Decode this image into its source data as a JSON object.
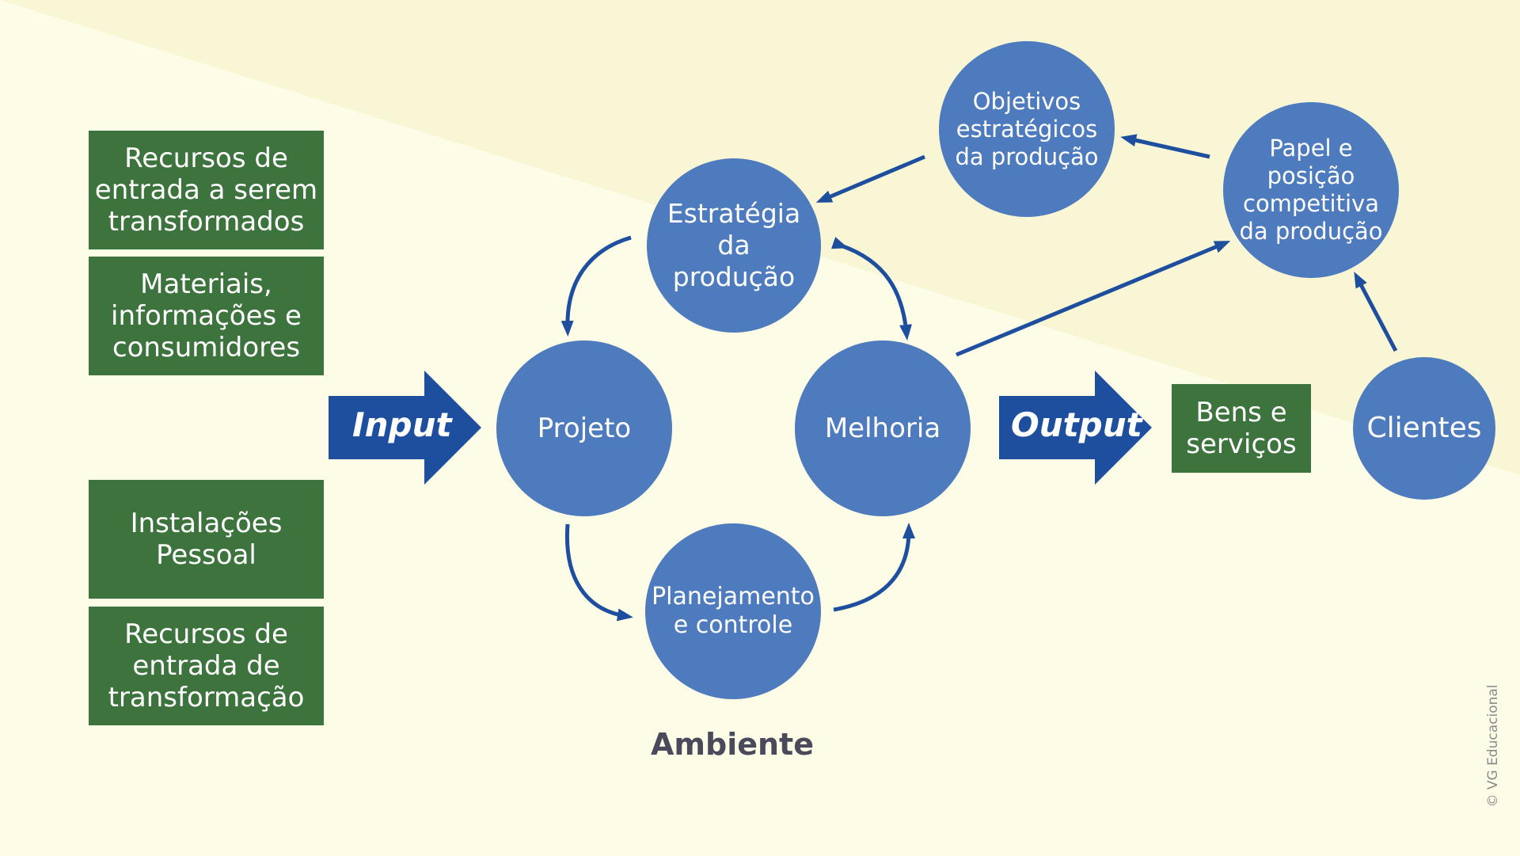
{
  "colors": {
    "background_light": "#fdfce6",
    "background_band": "#f8f6d4",
    "green_box": "#3d733c",
    "circle_blue": "#4d7bbd",
    "arrow_blue": "#1e4f9f",
    "caption_gray": "#4a4a5c",
    "credit_gray": "#8a8a8a"
  },
  "input_resources": [
    {
      "text": "Recursos de\nentrada a serem\ntransformados"
    },
    {
      "text": "Materiais,\ninformações e\nconsumidores"
    },
    {
      "text": "Instalações\nPessoal"
    },
    {
      "text": "Recursos de\nentrada de\ntransformação"
    }
  ],
  "arrows": {
    "input": "Input",
    "output": "Output"
  },
  "process_circles": {
    "strategy": "Estratégia\nda produção",
    "design": "Projeto",
    "improvement": "Melhoria",
    "planning": "Planejamento\ne controle",
    "objectives": "Objetivos\nestratégicos\nda produção",
    "competitive_role": "Papel e\nposição\ncompetitiva\nda produção",
    "customers": "Clientes"
  },
  "outputs": {
    "goods_services": "Bens e\nserviços"
  },
  "caption": "Ambiente",
  "credit": "© VG Educacional"
}
